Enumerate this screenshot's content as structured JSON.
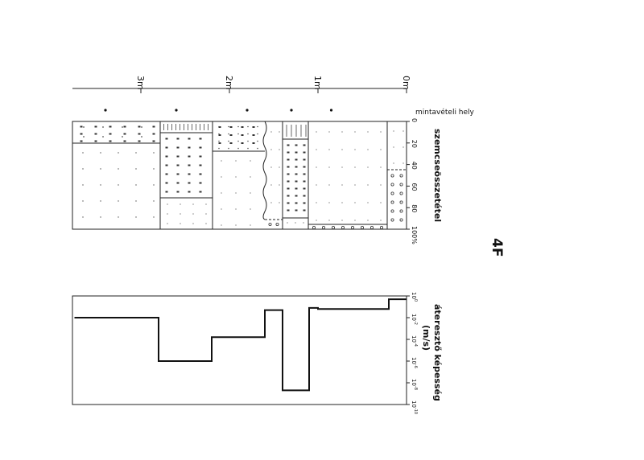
{
  "figure_label": "4F",
  "depth_axis": {
    "ticks": [
      {
        "label": "0m",
        "value": 0
      },
      {
        "label": "1m",
        "value": 1
      },
      {
        "label": "2m",
        "value": 2
      },
      {
        "label": "3m",
        "value": 3
      }
    ]
  },
  "sampling": {
    "label": "mintavételi hely",
    "points_m": [
      0.85,
      1.3,
      1.8,
      2.6,
      3.4
    ]
  },
  "grain_panel": {
    "title": "szemcseösszetétel",
    "ticks": [
      "0",
      "20",
      "40",
      "60",
      "80",
      "100%"
    ],
    "tick_values": [
      0,
      20,
      40,
      60,
      80,
      100
    ]
  },
  "permeability_panel": {
    "title": "áteresztő képesség",
    "unit": "(m/s)",
    "ticks": [
      {
        "base": "10",
        "exp": "0",
        "value": 0
      },
      {
        "base": "10",
        "exp": "-2",
        "value": -2
      },
      {
        "base": "10",
        "exp": "-4",
        "value": -4
      },
      {
        "base": "10",
        "exp": "-6",
        "value": -6
      },
      {
        "base": "10",
        "exp": "-8",
        "value": -8
      },
      {
        "base": "10",
        "exp": "-10",
        "value": -10
      }
    ]
  },
  "chart_data": {
    "type": "line",
    "x_label": "",
    "y_label": "áteresztő képesség (m/s)",
    "y_scale": "log10",
    "series": [
      {
        "points": [
          {
            "x": 0,
            "y": -0.3
          },
          {
            "x": 0.2,
            "y": -0.3
          },
          {
            "x": 0.2,
            "y": -1.2
          },
          {
            "x": 1.0,
            "y": -1.2
          },
          {
            "x": 1.0,
            "y": -1.1
          },
          {
            "x": 1.1,
            "y": -1.1
          },
          {
            "x": 1.1,
            "y": -8.7
          },
          {
            "x": 1.4,
            "y": -8.7
          },
          {
            "x": 1.4,
            "y": -1.3
          },
          {
            "x": 1.5,
            "y": -1.3
          },
          {
            "x": 1.6,
            "y": -1.3
          },
          {
            "x": 1.6,
            "y": -3.8
          },
          {
            "x": 2.2,
            "y": -3.8
          },
          {
            "x": 2.2,
            "y": -6.0
          },
          {
            "x": 2.8,
            "y": -6.0
          },
          {
            "x": 2.8,
            "y": -2.0
          },
          {
            "x": 3.75,
            "y": -2.0
          }
        ]
      }
    ]
  }
}
